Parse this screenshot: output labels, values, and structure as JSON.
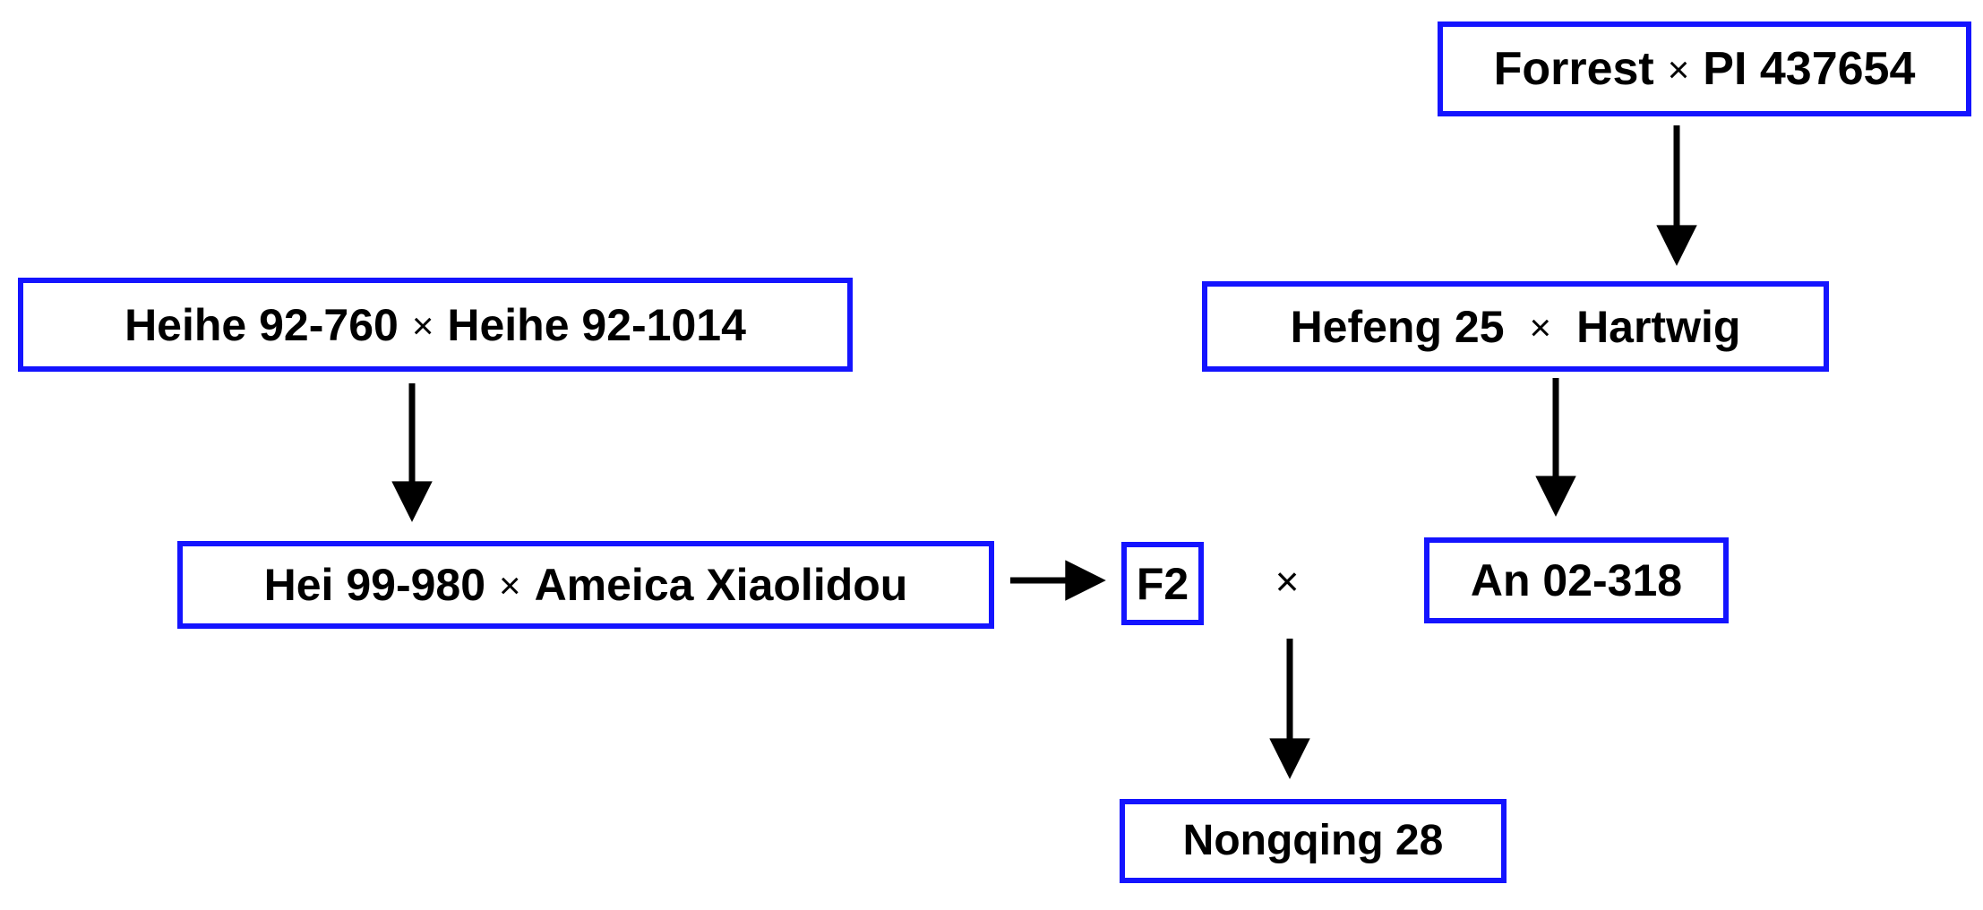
{
  "figure": {
    "description": "Breeding pedigree diagram of soybean cultivar Nongqing 28",
    "background_color": "#ffffff",
    "box_border_color": "#1414ff",
    "text_color": "#000000",
    "arrow_color": "#000000"
  },
  "nodes": {
    "forrest_cross": {
      "left": "Forrest",
      "cross": "×",
      "right": "PI 437654"
    },
    "heihe_cross": {
      "left": "Heihe 92-760",
      "cross": "×",
      "right": "Heihe 92-1014"
    },
    "hefeng_cross": {
      "left": "Hefeng 25",
      "cross": "×",
      "right": "Hartwig"
    },
    "hei_cross": {
      "left": "Hei 99-980",
      "cross": "×",
      "right": "Ameica Xiaolidou"
    },
    "f2": {
      "label": "F2"
    },
    "an": {
      "label": "An 02-318"
    },
    "nongqing": {
      "label": "Nongqing 28"
    },
    "cross_operator": "×"
  },
  "edges": [
    {
      "from": "Forrest × PI 437654",
      "to": "Hefeng 25 × Hartwig",
      "direction": "down"
    },
    {
      "from": "Heihe 92-760 × Heihe 92-1014",
      "to": "Hei 99-980 × Ameica Xiaolidou",
      "direction": "down"
    },
    {
      "from": "Hefeng 25 × Hartwig",
      "to": "An 02-318",
      "direction": "down"
    },
    {
      "from": "Hei 99-980 × Ameica Xiaolidou",
      "to": "F2",
      "direction": "right"
    },
    {
      "from": "F2 × An 02-318",
      "to": "Nongqing 28",
      "direction": "down"
    }
  ]
}
